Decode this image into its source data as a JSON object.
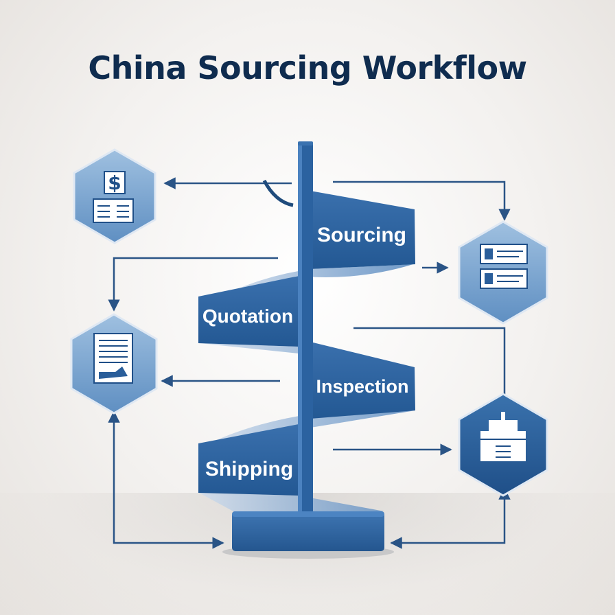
{
  "title": "China Sourcing Workflow",
  "steps": [
    {
      "label": "Sourcing"
    },
    {
      "label": "Quotation"
    },
    {
      "label": "Inspection"
    },
    {
      "label": "Shipping"
    }
  ],
  "icons": [
    {
      "name": "sourcing-documents-icon"
    },
    {
      "name": "quotation-list-icon"
    },
    {
      "name": "inspection-report-icon"
    },
    {
      "name": "shipping-box-icon"
    }
  ],
  "colors": {
    "title": "#0f2c4f",
    "banner": "#2f64a0",
    "banner_dark": "#1e4f87",
    "hexagon_light": "#7aa3cf",
    "hexagon_dark": "#2a5e9a",
    "arrow": "#2a5486"
  }
}
